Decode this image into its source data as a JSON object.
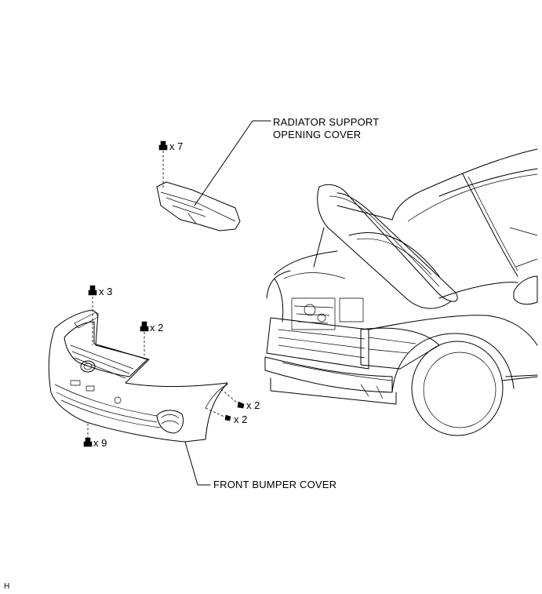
{
  "labels": {
    "radiator_line1": "RADIATOR SUPPORT",
    "radiator_line2": "OPENING COVER",
    "front_bumper": "FRONT BUMPER COVER"
  },
  "quantities": {
    "clip_radiator": "x 7",
    "bolt_top": "x 3",
    "bolt_grille": "x 2",
    "clip_side_upper": "x 2",
    "clip_side_lower": "x 2",
    "clip_bottom": "x 9"
  },
  "corner_code": "H"
}
